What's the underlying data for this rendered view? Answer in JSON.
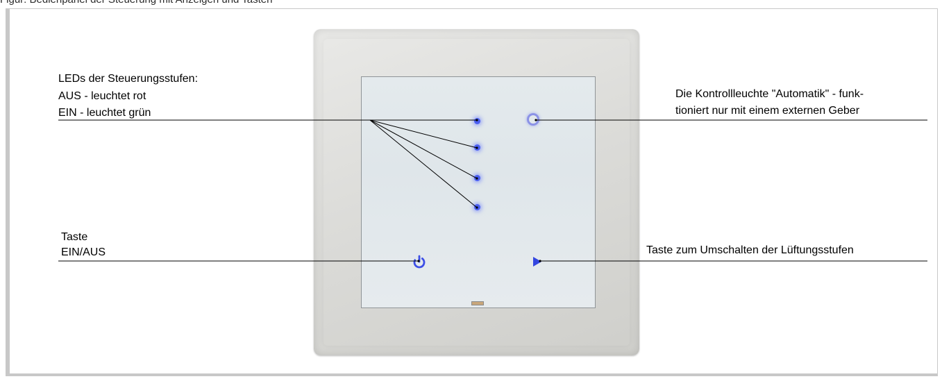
{
  "caption_fragment": "Figur: Bedienpanel der Steuerung mit Anzeigen und Tasten",
  "labels": {
    "leds": {
      "line1": "LEDs der Steuerungsstufen:",
      "line2": "AUS - leuchtet rot",
      "line3": "EIN - leuchtet grün"
    },
    "automatic": {
      "line1": "Die Kontrollleuchte \"Automatik\" - funk-",
      "line2": "tioniert nur mit einem externen Geber"
    },
    "power": {
      "line1": "Taste",
      "line2": "EIN/AUS"
    },
    "fan": {
      "line1": "Taste zum Umschalten der Lüftungsstufen"
    }
  },
  "icons": {
    "automatic": "ring-icon",
    "power": "power-icon",
    "fan": "play-icon",
    "leds": "led-dot"
  },
  "colors": {
    "led_blue": "#4a5ef0",
    "callout_line": "#000000",
    "switch_frame": "#dcdcd9",
    "glass": "#e2e8ec"
  }
}
